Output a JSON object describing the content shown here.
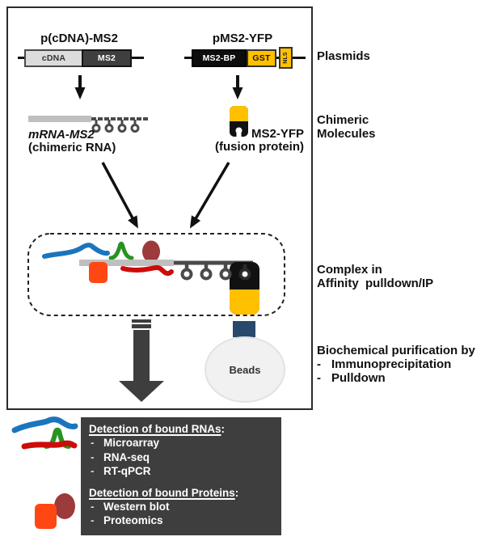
{
  "colors": {
    "blue": "#1B75BC",
    "green": "#279321",
    "red": "#CE0B0B",
    "maroon": "#9C3A3C",
    "orange": "#FF4714",
    "yellow": "#FFC000",
    "navy": "#28496B",
    "dark": "#3E3E3E",
    "gray-bar": "#BFBFBF",
    "loop-gray": "#4A4A4A",
    "beads-fill": "#F1F1F1"
  },
  "plasmids_section": {
    "left": {
      "title": "p(cDNA)-MS2",
      "segment1": "cDNA",
      "segment2": "MS2"
    },
    "right": {
      "title": "pMS2-YFP",
      "segment1": "MS2-BP",
      "segment2": "GST",
      "segment3": "NLS"
    }
  },
  "chimeric_section": {
    "rna_name": "mRNA-MS2",
    "rna_desc": "(chimeric RNA)",
    "protein_name": "MS2-YFP",
    "protein_desc": "(fusion protein)"
  },
  "complex_section": {
    "beads_label": "Beads"
  },
  "side_labels": {
    "plasmids": "Plasmids",
    "chimeric_1": "Chimeric",
    "chimeric_2": "Molecules",
    "complex_1": "Complex in",
    "complex_2": "Affinity  pulldown/IP",
    "purification_title": "Biochemical purification by",
    "dash": "-",
    "purification_items": [
      "Immunoprecipitation",
      "Pulldown"
    ]
  },
  "detection_box": {
    "rna_heading": "Detection of bound RNAs",
    "colon": ":",
    "dash": "-",
    "rna_items": [
      "Microarray",
      "RNA-seq",
      "RT-qPCR"
    ],
    "protein_heading": "Detection of bound Proteins",
    "protein_items": [
      "Western blot",
      "Proteomics"
    ]
  }
}
